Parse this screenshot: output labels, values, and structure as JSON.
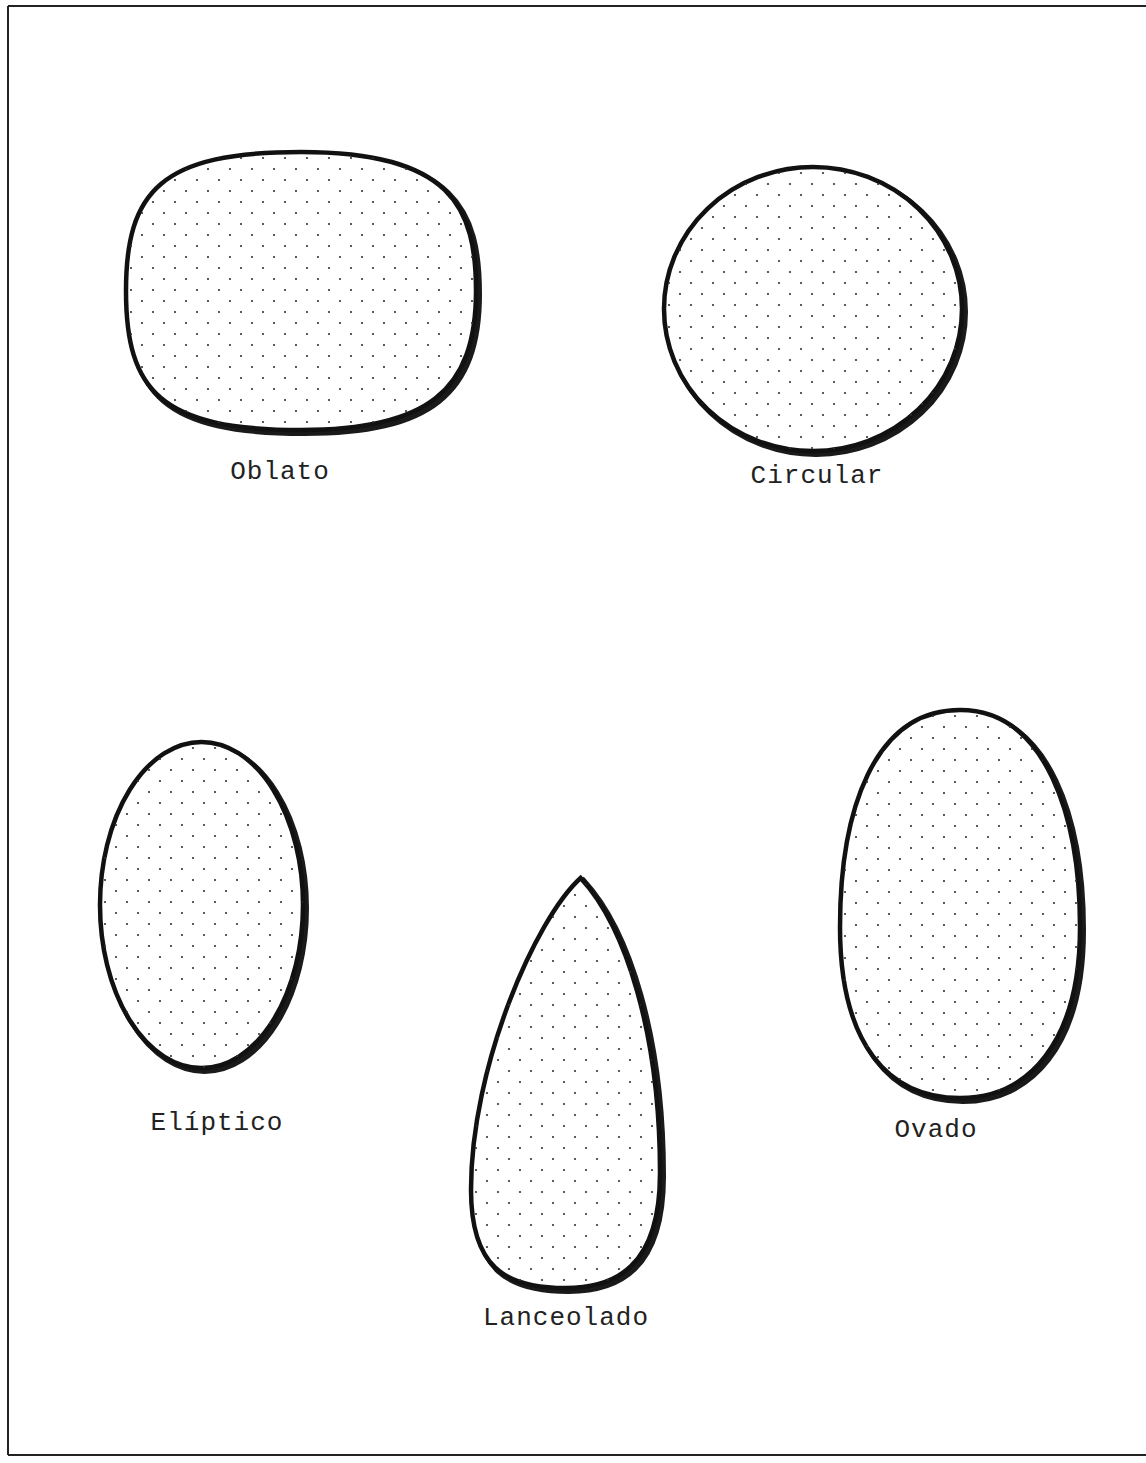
{
  "diagram": {
    "nodes": [
      {
        "text": [
          "Oblato"
        ]
      },
      {
        "text": [
          "Circular"
        ]
      },
      {
        "text": [
          "Elíptico"
        ]
      },
      {
        "text": [
          "Lanceolado"
        ]
      },
      {
        "text": [
          "Ovado"
        ]
      }
    ]
  }
}
